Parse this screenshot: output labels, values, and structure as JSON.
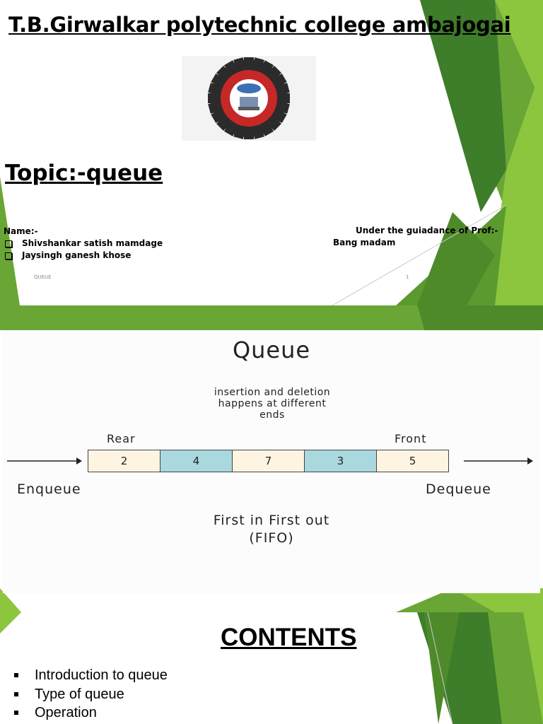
{
  "slides": {
    "title": {
      "college": "T.B.Girwalkar polytechnic college ambajogai",
      "topic": "Topic:-queue",
      "name_heading": "Name:-",
      "names": [
        "Shivshankar satish mamdage",
        "Jaysingh ganesh khose"
      ],
      "guidance_heading": "Under the guiadance of Prof:-",
      "guide": "Bang madam",
      "footer": "QUEUE",
      "page_number": "1"
    },
    "queue_diagram": {
      "title": "Queue",
      "subtitle_lines": [
        "insertion and deletion",
        "happens at different",
        "ends"
      ],
      "rear_label": "Rear",
      "front_label": "Front",
      "cells": [
        "2",
        "4",
        "7",
        "3",
        "5"
      ],
      "enqueue_label": "Enqueue",
      "dequeue_label": "Dequeue",
      "fifo_line1": "First in First out",
      "fifo_line2": "(FIFO)"
    },
    "contents": {
      "heading": "CONTENTS",
      "items": [
        "Introduction to queue",
        "Type of queue",
        "Operation"
      ]
    }
  },
  "colors": {
    "green_dark": "#3e7d2a",
    "green_mid": "#6aa636",
    "green_light": "#8cc63f",
    "cell_blue": "#a9d8de",
    "cell_cream": "#fdf5e2"
  },
  "icons": {
    "logo": "college-gear-emblem",
    "arrows": [
      "enqueue-arrow-icon",
      "dequeue-arrow-icon"
    ]
  }
}
